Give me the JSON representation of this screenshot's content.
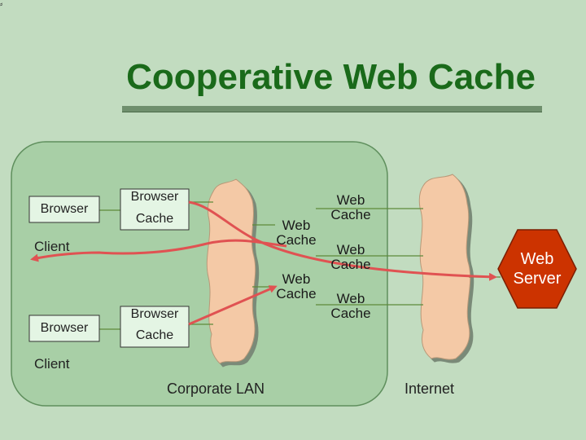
{
  "title": "Cooperative Web Cache",
  "corner_mark": "⸗",
  "clients": [
    {
      "browser_label": "Browser",
      "cache_line1": "Browser",
      "cache_line2": "Cache",
      "client_label": "Client"
    },
    {
      "browser_label": "Browser",
      "cache_line1": "Browser",
      "cache_line2": "Cache",
      "client_label": "Client"
    }
  ],
  "lan_caches": [
    {
      "line1": "Web",
      "line2": "Cache"
    },
    {
      "line1": "Web",
      "line2": "Cache"
    }
  ],
  "internet_caches": [
    {
      "line1": "Web",
      "line2": "Cache"
    },
    {
      "line1": "Web",
      "line2": "Cache"
    },
    {
      "line1": "Web",
      "line2": "Cache"
    }
  ],
  "server": {
    "line1": "Web",
    "line2": "Server"
  },
  "networks": {
    "lan": "Corporate LAN",
    "internet": "Internet"
  },
  "colors": {
    "background": "#c2dcc0",
    "lan_region": "#a8cfa6",
    "cloud": "#f4c9a6",
    "arrow": "#e05252",
    "server": "#cc3300",
    "title": "#1a6a1a"
  }
}
